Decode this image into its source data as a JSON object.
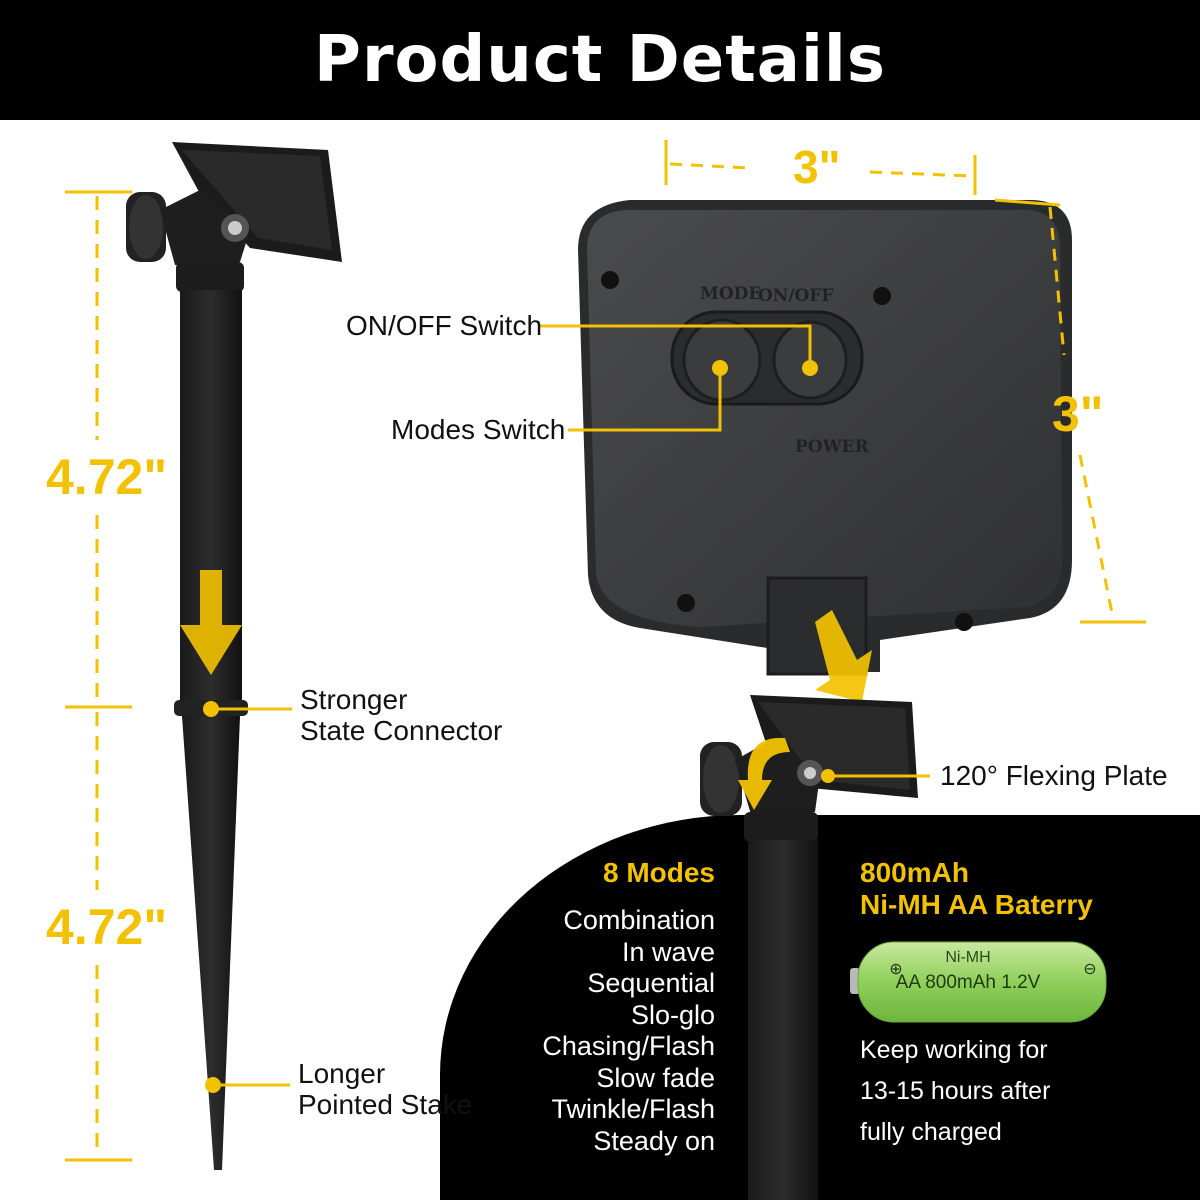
{
  "header": {
    "title": "Product Details"
  },
  "dimensions": {
    "stake_upper": "4.72\"",
    "stake_lower": "4.72\"",
    "box_width": "3\"",
    "box_height": "3\""
  },
  "box_labels": {
    "mode": "MODE",
    "on_off": "ON/OFF",
    "power": "POWER"
  },
  "callouts": {
    "on_off_switch": "ON/OFF Switch",
    "modes_switch": "Modes Switch",
    "connector_line1": "Stronger",
    "connector_line2": "State Connector",
    "stake_line1": "Longer",
    "stake_line2": "Pointed Stake",
    "flexing_plate": "120° Flexing Plate"
  },
  "modes": {
    "title": "8 Modes",
    "items": [
      "Combination",
      "In wave",
      "Sequential",
      "Slo-glo",
      "Chasing/Flash",
      "Slow fade",
      "Twinkle/Flash",
      "Steady on"
    ]
  },
  "battery": {
    "title_line1": "800mAh",
    "title_line2": "Ni-MH AA Baterry",
    "label_type": "Ni-MH",
    "label_spec": "AA 800mAh 1.2V",
    "plus": "⊕",
    "minus": "⊖",
    "desc_line1": "Keep working for",
    "desc_line2": "13-15 hours after",
    "desc_line3": "fully charged"
  },
  "colors": {
    "accent": "#f2c200",
    "banner": "#000000",
    "product": "#3a3b3d"
  }
}
